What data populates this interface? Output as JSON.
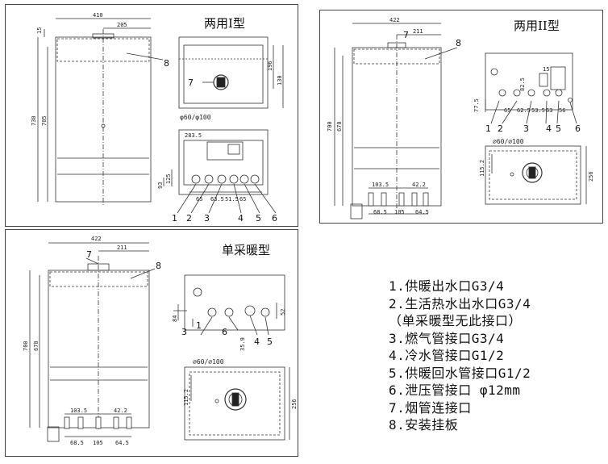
{
  "panels": {
    "type1": {
      "title": "两用I型",
      "dims": {
        "w410": "410",
        "w205": "205",
        "h15": "15",
        "h730": "730",
        "h705": "705",
        "h196": "196",
        "h130": "130",
        "flue": "φ60/φ100",
        "w283": "283.5",
        "h125": "125",
        "h93": "93",
        "w65a": "65",
        "w635": "63.5",
        "w515": "51.5",
        "w65b": "65"
      },
      "callouts": [
        "1",
        "2",
        "3",
        "4",
        "5",
        "6",
        "7",
        "8"
      ]
    },
    "type2": {
      "title": "两用II型",
      "dims": {
        "w422": "422",
        "w211": "211",
        "h700": "700",
        "h670": "670",
        "h15": "15",
        "h825": "82.5",
        "h775": "77.5",
        "h65": "65",
        "h625": "62.5",
        "h535": "53.5",
        "h63": "63",
        "h56": "56",
        "flue": "⌀60/⌀100",
        "h1152": "115.2",
        "h256": "256",
        "w1035": "103.5",
        "w422b": "42.2",
        "w685": "68.5",
        "w105": "105",
        "w645": "64.5"
      },
      "callouts": [
        "1",
        "2",
        "3",
        "4",
        "5",
        "6",
        "7",
        "8"
      ]
    },
    "type3": {
      "title": "单采暖型",
      "dims": {
        "w422": "422",
        "w211": "211",
        "h700": "700",
        "h670": "670",
        "h84": "84",
        "h52": "52",
        "h359": "35.9",
        "flue": "⌀60/⌀100",
        "h1152": "115.2",
        "h256": "256",
        "w1035": "103.5",
        "w422b": "42.2",
        "w685": "68.5",
        "w105": "105",
        "w645": "64.5"
      },
      "callouts": [
        "1",
        "3",
        "4",
        "5",
        "6",
        "7",
        "8"
      ]
    }
  },
  "legend": [
    "1.供暖出水口G3/4",
    "2.生活热水出水口G3/4",
    "（单采暖型无此接口）",
    "3.燃气管接口G3/4",
    "4.冷水管接口G1/2",
    "5.供暖回水管接口G1/2",
    "6.泄压管接口 φ12mm",
    "7.烟管连接口",
    "8.安装挂板"
  ]
}
